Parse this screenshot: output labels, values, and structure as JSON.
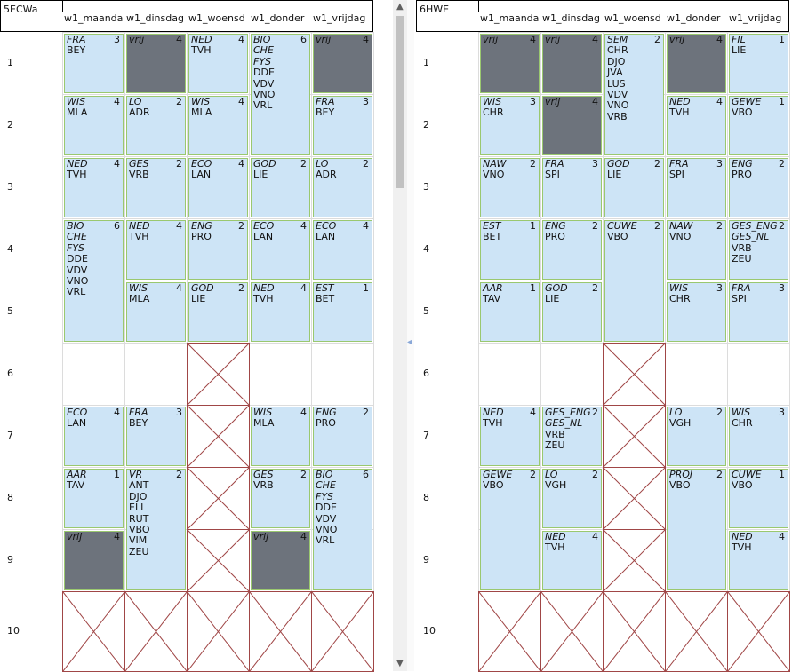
{
  "grids": [
    {
      "class_name": "5ECWa",
      "days": [
        "w1_maanda",
        "w1_dinsdag",
        "w1_woensd",
        "w1_donder",
        "w1_vrijdag"
      ],
      "periods": [
        "1",
        "2",
        "3",
        "4",
        "5",
        "6",
        "7",
        "8",
        "9",
        "10"
      ],
      "lessons": [
        {
          "day": 0,
          "period": 1,
          "span": 1,
          "subjects": [
            "FRA"
          ],
          "count": "3",
          "teachers": [
            "BEY"
          ]
        },
        {
          "day": 1,
          "period": 1,
          "span": 1,
          "subjects": [
            "vrij"
          ],
          "count": "4",
          "teachers": [],
          "free": true
        },
        {
          "day": 2,
          "period": 1,
          "span": 1,
          "subjects": [
            "NED"
          ],
          "count": "4",
          "teachers": [
            "TVH"
          ]
        },
        {
          "day": 3,
          "period": 1,
          "span": 2,
          "subjects": [
            "BIO",
            "CHE",
            "FYS"
          ],
          "count": "6",
          "teachers": [
            "DDE",
            "VDV",
            "VNO",
            "VRL"
          ]
        },
        {
          "day": 4,
          "period": 1,
          "span": 1,
          "subjects": [
            "vrij"
          ],
          "count": "4",
          "teachers": [],
          "free": true
        },
        {
          "day": 0,
          "period": 2,
          "span": 1,
          "subjects": [
            "WIS"
          ],
          "count": "4",
          "teachers": [
            "MLA"
          ]
        },
        {
          "day": 1,
          "period": 2,
          "span": 1,
          "subjects": [
            "LO"
          ],
          "count": "2",
          "teachers": [
            "ADR"
          ]
        },
        {
          "day": 2,
          "period": 2,
          "span": 1,
          "subjects": [
            "WIS"
          ],
          "count": "4",
          "teachers": [
            "MLA"
          ]
        },
        {
          "day": 4,
          "period": 2,
          "span": 1,
          "subjects": [
            "FRA"
          ],
          "count": "3",
          "teachers": [
            "BEY"
          ]
        },
        {
          "day": 0,
          "period": 3,
          "span": 1,
          "subjects": [
            "NED"
          ],
          "count": "4",
          "teachers": [
            "TVH"
          ]
        },
        {
          "day": 1,
          "period": 3,
          "span": 1,
          "subjects": [
            "GES"
          ],
          "count": "2",
          "teachers": [
            "VRB"
          ]
        },
        {
          "day": 2,
          "period": 3,
          "span": 1,
          "subjects": [
            "ECO"
          ],
          "count": "4",
          "teachers": [
            "LAN"
          ]
        },
        {
          "day": 3,
          "period": 3,
          "span": 1,
          "subjects": [
            "GOD"
          ],
          "count": "2",
          "teachers": [
            "LIE"
          ]
        },
        {
          "day": 4,
          "period": 3,
          "span": 1,
          "subjects": [
            "LO"
          ],
          "count": "2",
          "teachers": [
            "ADR"
          ]
        },
        {
          "day": 0,
          "period": 4,
          "span": 2,
          "subjects": [
            "BIO",
            "CHE",
            "FYS"
          ],
          "count": "6",
          "teachers": [
            "DDE",
            "VDV",
            "VNO",
            "VRL"
          ]
        },
        {
          "day": 1,
          "period": 4,
          "span": 1,
          "subjects": [
            "NED"
          ],
          "count": "4",
          "teachers": [
            "TVH"
          ]
        },
        {
          "day": 2,
          "period": 4,
          "span": 1,
          "subjects": [
            "ENG"
          ],
          "count": "2",
          "teachers": [
            "PRO"
          ]
        },
        {
          "day": 3,
          "period": 4,
          "span": 1,
          "subjects": [
            "ECO"
          ],
          "count": "4",
          "teachers": [
            "LAN"
          ]
        },
        {
          "day": 4,
          "period": 4,
          "span": 1,
          "subjects": [
            "ECO"
          ],
          "count": "4",
          "teachers": [
            "LAN"
          ]
        },
        {
          "day": 1,
          "period": 5,
          "span": 1,
          "subjects": [
            "WIS"
          ],
          "count": "4",
          "teachers": [
            "MLA"
          ]
        },
        {
          "day": 2,
          "period": 5,
          "span": 1,
          "subjects": [
            "GOD"
          ],
          "count": "2",
          "teachers": [
            "LIE"
          ]
        },
        {
          "day": 3,
          "period": 5,
          "span": 1,
          "subjects": [
            "NED"
          ],
          "count": "4",
          "teachers": [
            "TVH"
          ]
        },
        {
          "day": 4,
          "period": 5,
          "span": 1,
          "subjects": [
            "EST"
          ],
          "count": "1",
          "teachers": [
            "BET"
          ]
        },
        {
          "day": 0,
          "period": 7,
          "span": 1,
          "subjects": [
            "ECO"
          ],
          "count": "4",
          "teachers": [
            "LAN"
          ]
        },
        {
          "day": 1,
          "period": 7,
          "span": 1,
          "subjects": [
            "FRA"
          ],
          "count": "3",
          "teachers": [
            "BEY"
          ]
        },
        {
          "day": 3,
          "period": 7,
          "span": 1,
          "subjects": [
            "WIS"
          ],
          "count": "4",
          "teachers": [
            "MLA"
          ]
        },
        {
          "day": 4,
          "period": 7,
          "span": 1,
          "subjects": [
            "ENG"
          ],
          "count": "2",
          "teachers": [
            "PRO"
          ]
        },
        {
          "day": 0,
          "period": 8,
          "span": 1,
          "subjects": [
            "AAR"
          ],
          "count": "1",
          "teachers": [
            "TAV"
          ]
        },
        {
          "day": 1,
          "period": 8,
          "span": 2,
          "subjects": [
            "VR"
          ],
          "count": "2",
          "teachers": [
            "ANT",
            "DJO",
            "ELL",
            "RUT",
            "VBO",
            "VIM",
            "ZEU"
          ]
        },
        {
          "day": 3,
          "period": 8,
          "span": 1,
          "subjects": [
            "GES"
          ],
          "count": "2",
          "teachers": [
            "VRB"
          ]
        },
        {
          "day": 4,
          "period": 8,
          "span": 2,
          "subjects": [
            "BIO",
            "CHE",
            "FYS"
          ],
          "count": "6",
          "teachers": [
            "DDE",
            "VDV",
            "VNO",
            "VRL"
          ]
        },
        {
          "day": 0,
          "period": 9,
          "span": 1,
          "subjects": [
            "vrij"
          ],
          "count": "4",
          "teachers": [],
          "free": true
        },
        {
          "day": 3,
          "period": 9,
          "span": 1,
          "subjects": [
            "vrij"
          ],
          "count": "4",
          "teachers": [],
          "free": true
        }
      ],
      "blocked": [
        {
          "day": 2,
          "period": 6
        },
        {
          "day": 2,
          "period": 7
        },
        {
          "day": 2,
          "period": 8
        },
        {
          "day": 2,
          "period": 9
        },
        {
          "day": 0,
          "period": 10
        },
        {
          "day": 1,
          "period": 10
        },
        {
          "day": 2,
          "period": 10
        },
        {
          "day": 3,
          "period": 10
        },
        {
          "day": 4,
          "period": 10
        }
      ]
    },
    {
      "class_name": "6HWE",
      "days": [
        "w1_maanda",
        "w1_dinsdag",
        "w1_woensd",
        "w1_donder",
        "w1_vrijdag"
      ],
      "periods": [
        "1",
        "2",
        "3",
        "4",
        "5",
        "6",
        "7",
        "8",
        "9",
        "10"
      ],
      "lessons": [
        {
          "day": 0,
          "period": 1,
          "span": 1,
          "subjects": [
            "vrij"
          ],
          "count": "4",
          "teachers": [],
          "free": true
        },
        {
          "day": 1,
          "period": 1,
          "span": 1,
          "subjects": [
            "vrij"
          ],
          "count": "4",
          "teachers": [],
          "free": true
        },
        {
          "day": 2,
          "period": 1,
          "span": 2,
          "subjects": [
            "SEM"
          ],
          "count": "2",
          "teachers": [
            "CHR",
            "DJO",
            "JVA",
            "LUS",
            "VDV",
            "VNO",
            "VRB"
          ]
        },
        {
          "day": 3,
          "period": 1,
          "span": 1,
          "subjects": [
            "vrij"
          ],
          "count": "4",
          "teachers": [],
          "free": true
        },
        {
          "day": 4,
          "period": 1,
          "span": 1,
          "subjects": [
            "FIL"
          ],
          "count": "1",
          "teachers": [
            "LIE"
          ]
        },
        {
          "day": 0,
          "period": 2,
          "span": 1,
          "subjects": [
            "WIS"
          ],
          "count": "3",
          "teachers": [
            "CHR"
          ]
        },
        {
          "day": 1,
          "period": 2,
          "span": 1,
          "subjects": [
            "vrij"
          ],
          "count": "4",
          "teachers": [],
          "free": true
        },
        {
          "day": 3,
          "period": 2,
          "span": 1,
          "subjects": [
            "NED"
          ],
          "count": "4",
          "teachers": [
            "TVH"
          ]
        },
        {
          "day": 4,
          "period": 2,
          "span": 1,
          "subjects": [
            "GEWE"
          ],
          "count": "1",
          "teachers": [
            "VBO"
          ]
        },
        {
          "day": 0,
          "period": 3,
          "span": 1,
          "subjects": [
            "NAW"
          ],
          "count": "2",
          "teachers": [
            "VNO"
          ]
        },
        {
          "day": 1,
          "period": 3,
          "span": 1,
          "subjects": [
            "FRA"
          ],
          "count": "3",
          "teachers": [
            "SPI"
          ]
        },
        {
          "day": 2,
          "period": 3,
          "span": 1,
          "subjects": [
            "GOD"
          ],
          "count": "2",
          "teachers": [
            "LIE"
          ]
        },
        {
          "day": 3,
          "period": 3,
          "span": 1,
          "subjects": [
            "FRA"
          ],
          "count": "3",
          "teachers": [
            "SPI"
          ]
        },
        {
          "day": 4,
          "period": 3,
          "span": 1,
          "subjects": [
            "ENG"
          ],
          "count": "2",
          "teachers": [
            "PRO"
          ]
        },
        {
          "day": 0,
          "period": 4,
          "span": 1,
          "subjects": [
            "EST"
          ],
          "count": "1",
          "teachers": [
            "BET"
          ]
        },
        {
          "day": 1,
          "period": 4,
          "span": 1,
          "subjects": [
            "ENG"
          ],
          "count": "2",
          "teachers": [
            "PRO"
          ]
        },
        {
          "day": 2,
          "period": 4,
          "span": 2,
          "subjects": [
            "CUWE"
          ],
          "count": "2",
          "teachers": [
            "VBO"
          ]
        },
        {
          "day": 3,
          "period": 4,
          "span": 1,
          "subjects": [
            "NAW"
          ],
          "count": "2",
          "teachers": [
            "VNO"
          ]
        },
        {
          "day": 4,
          "period": 4,
          "span": 1,
          "subjects": [
            "GES_ENG",
            "GES_NL"
          ],
          "count": "2",
          "teachers": [
            "VRB",
            "ZEU"
          ]
        },
        {
          "day": 0,
          "period": 5,
          "span": 1,
          "subjects": [
            "AAR"
          ],
          "count": "1",
          "teachers": [
            "TAV"
          ]
        },
        {
          "day": 1,
          "period": 5,
          "span": 1,
          "subjects": [
            "GOD"
          ],
          "count": "2",
          "teachers": [
            "LIE"
          ]
        },
        {
          "day": 3,
          "period": 5,
          "span": 1,
          "subjects": [
            "WIS"
          ],
          "count": "3",
          "teachers": [
            "CHR"
          ]
        },
        {
          "day": 4,
          "period": 5,
          "span": 1,
          "subjects": [
            "FRA"
          ],
          "count": "3",
          "teachers": [
            "SPI"
          ]
        },
        {
          "day": 0,
          "period": 7,
          "span": 1,
          "subjects": [
            "NED"
          ],
          "count": "4",
          "teachers": [
            "TVH"
          ]
        },
        {
          "day": 1,
          "period": 7,
          "span": 1,
          "subjects": [
            "GES_ENG",
            "GES_NL"
          ],
          "count": "2",
          "teachers": [
            "VRB",
            "ZEU"
          ]
        },
        {
          "day": 3,
          "period": 7,
          "span": 1,
          "subjects": [
            "LO"
          ],
          "count": "2",
          "teachers": [
            "VGH"
          ]
        },
        {
          "day": 4,
          "period": 7,
          "span": 1,
          "subjects": [
            "WIS"
          ],
          "count": "3",
          "teachers": [
            "CHR"
          ]
        },
        {
          "day": 0,
          "period": 8,
          "span": 2,
          "subjects": [
            "GEWE"
          ],
          "count": "2",
          "teachers": [
            "VBO"
          ]
        },
        {
          "day": 1,
          "period": 8,
          "span": 1,
          "subjects": [
            "LO"
          ],
          "count": "2",
          "teachers": [
            "VGH"
          ]
        },
        {
          "day": 3,
          "period": 8,
          "span": 2,
          "subjects": [
            "PROJ"
          ],
          "count": "2",
          "teachers": [
            "VBO"
          ]
        },
        {
          "day": 4,
          "period": 8,
          "span": 1,
          "subjects": [
            "CUWE"
          ],
          "count": "1",
          "teachers": [
            "VBO"
          ]
        },
        {
          "day": 1,
          "period": 9,
          "span": 1,
          "subjects": [
            "NED"
          ],
          "count": "4",
          "teachers": [
            "TVH"
          ]
        },
        {
          "day": 4,
          "period": 9,
          "span": 1,
          "subjects": [
            "NED"
          ],
          "count": "4",
          "teachers": [
            "TVH"
          ]
        }
      ],
      "blocked": [
        {
          "day": 2,
          "period": 6
        },
        {
          "day": 2,
          "period": 7
        },
        {
          "day": 2,
          "period": 8
        },
        {
          "day": 2,
          "period": 9
        },
        {
          "day": 0,
          "period": 10
        },
        {
          "day": 1,
          "period": 10
        },
        {
          "day": 2,
          "period": 10
        },
        {
          "day": 3,
          "period": 10
        },
        {
          "day": 4,
          "period": 10
        }
      ]
    }
  ],
  "icons": {
    "scroll_up": "▲",
    "scroll_down": "▼",
    "splitter": "◂"
  }
}
